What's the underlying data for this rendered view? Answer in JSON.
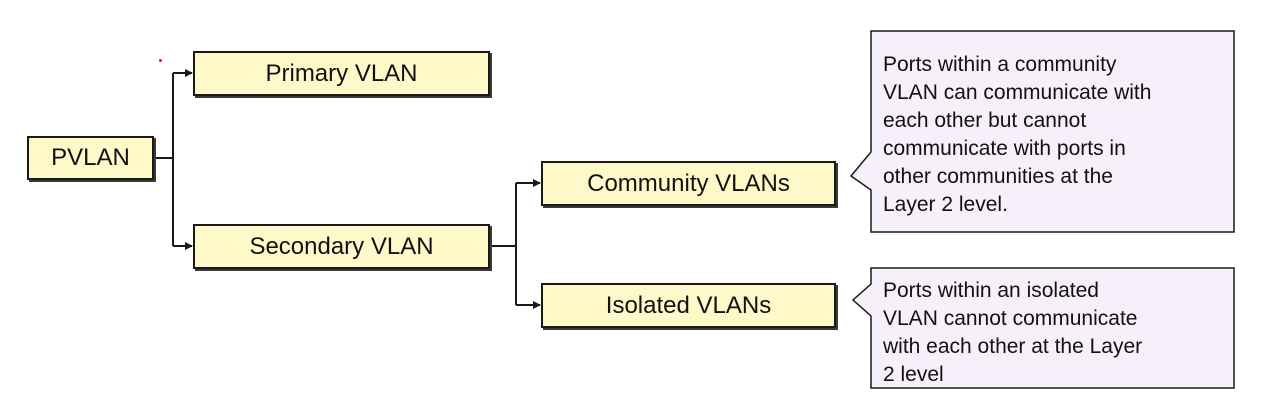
{
  "diagram": {
    "root": {
      "label": "PVLAN"
    },
    "primary": {
      "label": "Primary VLAN"
    },
    "secondary": {
      "label": "Secondary VLAN"
    },
    "community": {
      "label": "Community VLANs"
    },
    "isolated": {
      "label": "Isolated VLANs"
    },
    "callouts": {
      "community": {
        "lines": [
          "Ports within a community",
          "VLAN  can communicate with",
          "each other but cannot",
          "communicate with ports in",
          "other communities at the",
          "Layer 2 level."
        ]
      },
      "isolated": {
        "lines": [
          "Ports within an isolated",
          "VLAN  cannot communicate",
          "with each other at the Layer",
          "2 level"
        ]
      }
    },
    "colors": {
      "node_fill": "#fff8c9",
      "callout_fill": "#f6f0fa",
      "stroke": "#1a1a1a"
    }
  }
}
